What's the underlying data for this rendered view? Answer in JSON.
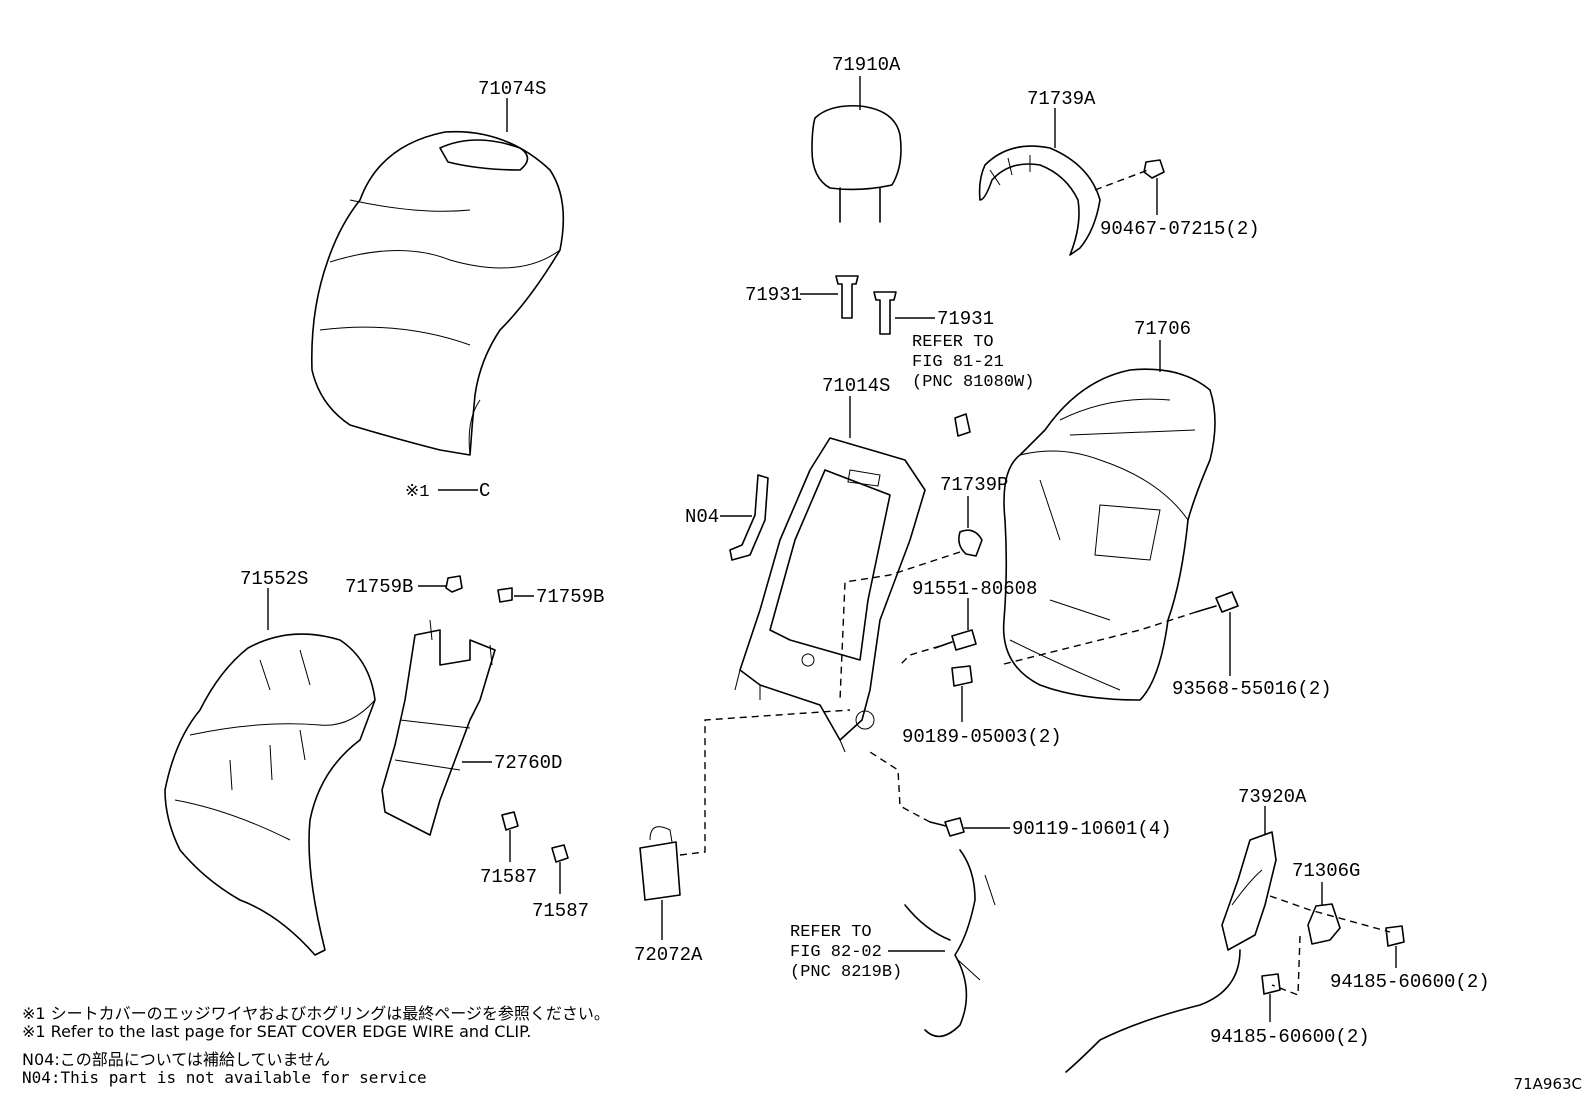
{
  "labels": {
    "p71074S": "71074S",
    "mark1": "※1",
    "markC": "C",
    "p71910A": "71910A",
    "p71739A": "71739A",
    "p90467": "90467-07215(2)",
    "p71931a": "71931",
    "p71931b": "71931",
    "refer1_l1": "REFER TO",
    "refer1_l2": "FIG 81-21",
    "refer1_l3": "(PNC 81080W)",
    "p71706": "71706",
    "p71014S": "71014S",
    "p71739P": "71739P",
    "pN04": "N04",
    "p91551": "91551-80608",
    "p93568": "93568-55016(2)",
    "p90189": "90189-05003(2)",
    "p71552S": "71552S",
    "p71759Ba": "71759B",
    "p71759Bb": "71759B",
    "p72760D": "72760D",
    "p71587a": "71587",
    "p71587b": "71587",
    "p72072A": "72072A",
    "p90119": "90119-10601(4)",
    "refer2_l1": "REFER TO",
    "refer2_l2": "FIG 82-02",
    "refer2_l3": "(PNC 8219B)",
    "p73920A": "73920A",
    "p71306G": "71306G",
    "p94185a": "94185-60600(2)",
    "p94185b": "94185-60600(2)"
  },
  "notes": [
    "※1 シートカバーのエッジワイヤおよびホグリングは最終ページを参照ください。",
    "※1 Refer to the last page for SEAT COVER EDGE WIRE and CLIP.",
    "N04:この部品については補給していません",
    "N04:This part is not available for service"
  ],
  "figure_id": "71A963C"
}
